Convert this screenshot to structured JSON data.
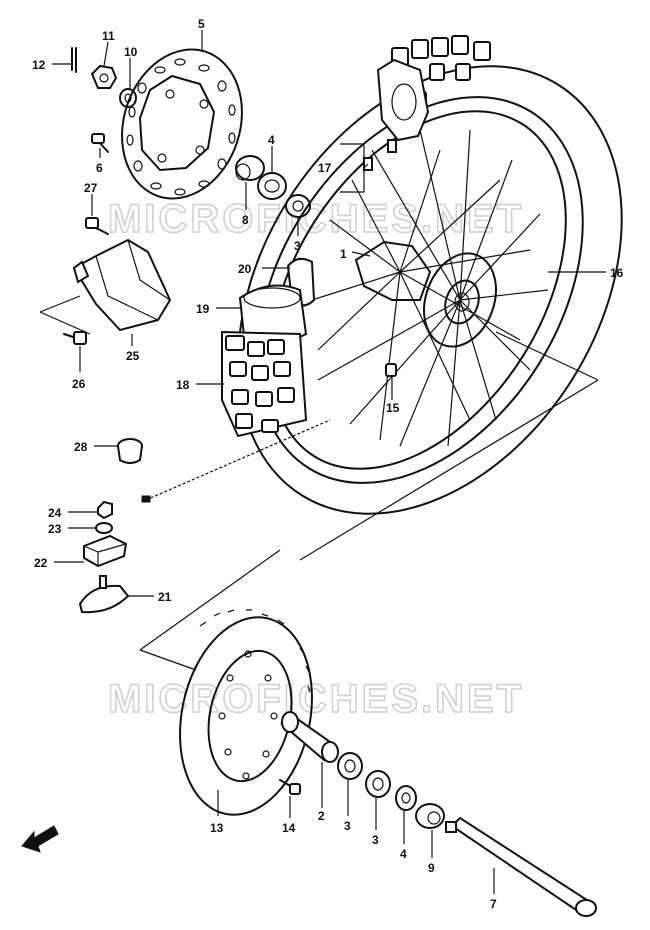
{
  "watermark": {
    "text": "MICROFICHES.NET"
  },
  "callouts": [
    {
      "id": "c12",
      "label": "12"
    },
    {
      "id": "c11",
      "label": "11"
    },
    {
      "id": "c10",
      "label": "10"
    },
    {
      "id": "c5",
      "label": "5"
    },
    {
      "id": "c6",
      "label": "6"
    },
    {
      "id": "c27",
      "label": "27"
    },
    {
      "id": "c4",
      "label": "4"
    },
    {
      "id": "c8",
      "label": "8"
    },
    {
      "id": "c3a",
      "label": "3"
    },
    {
      "id": "c17",
      "label": "17"
    },
    {
      "id": "c1",
      "label": "1"
    },
    {
      "id": "c16",
      "label": "16"
    },
    {
      "id": "c20",
      "label": "20"
    },
    {
      "id": "c19",
      "label": "19"
    },
    {
      "id": "c18",
      "label": "18"
    },
    {
      "id": "c25",
      "label": "25"
    },
    {
      "id": "c26",
      "label": "26"
    },
    {
      "id": "c15",
      "label": "15"
    },
    {
      "id": "c28",
      "label": "28"
    },
    {
      "id": "c24",
      "label": "24"
    },
    {
      "id": "c23",
      "label": "23"
    },
    {
      "id": "c22",
      "label": "22"
    },
    {
      "id": "c21",
      "label": "21"
    },
    {
      "id": "c13",
      "label": "13"
    },
    {
      "id": "c14",
      "label": "14"
    },
    {
      "id": "c2",
      "label": "2"
    },
    {
      "id": "c3b",
      "label": "3"
    },
    {
      "id": "c3c",
      "label": "3"
    },
    {
      "id": "c4b",
      "label": "4"
    },
    {
      "id": "c9",
      "label": "9"
    },
    {
      "id": "c7",
      "label": "7"
    }
  ],
  "icons": {
    "direction_arrow": "front-direction-arrow-icon"
  }
}
